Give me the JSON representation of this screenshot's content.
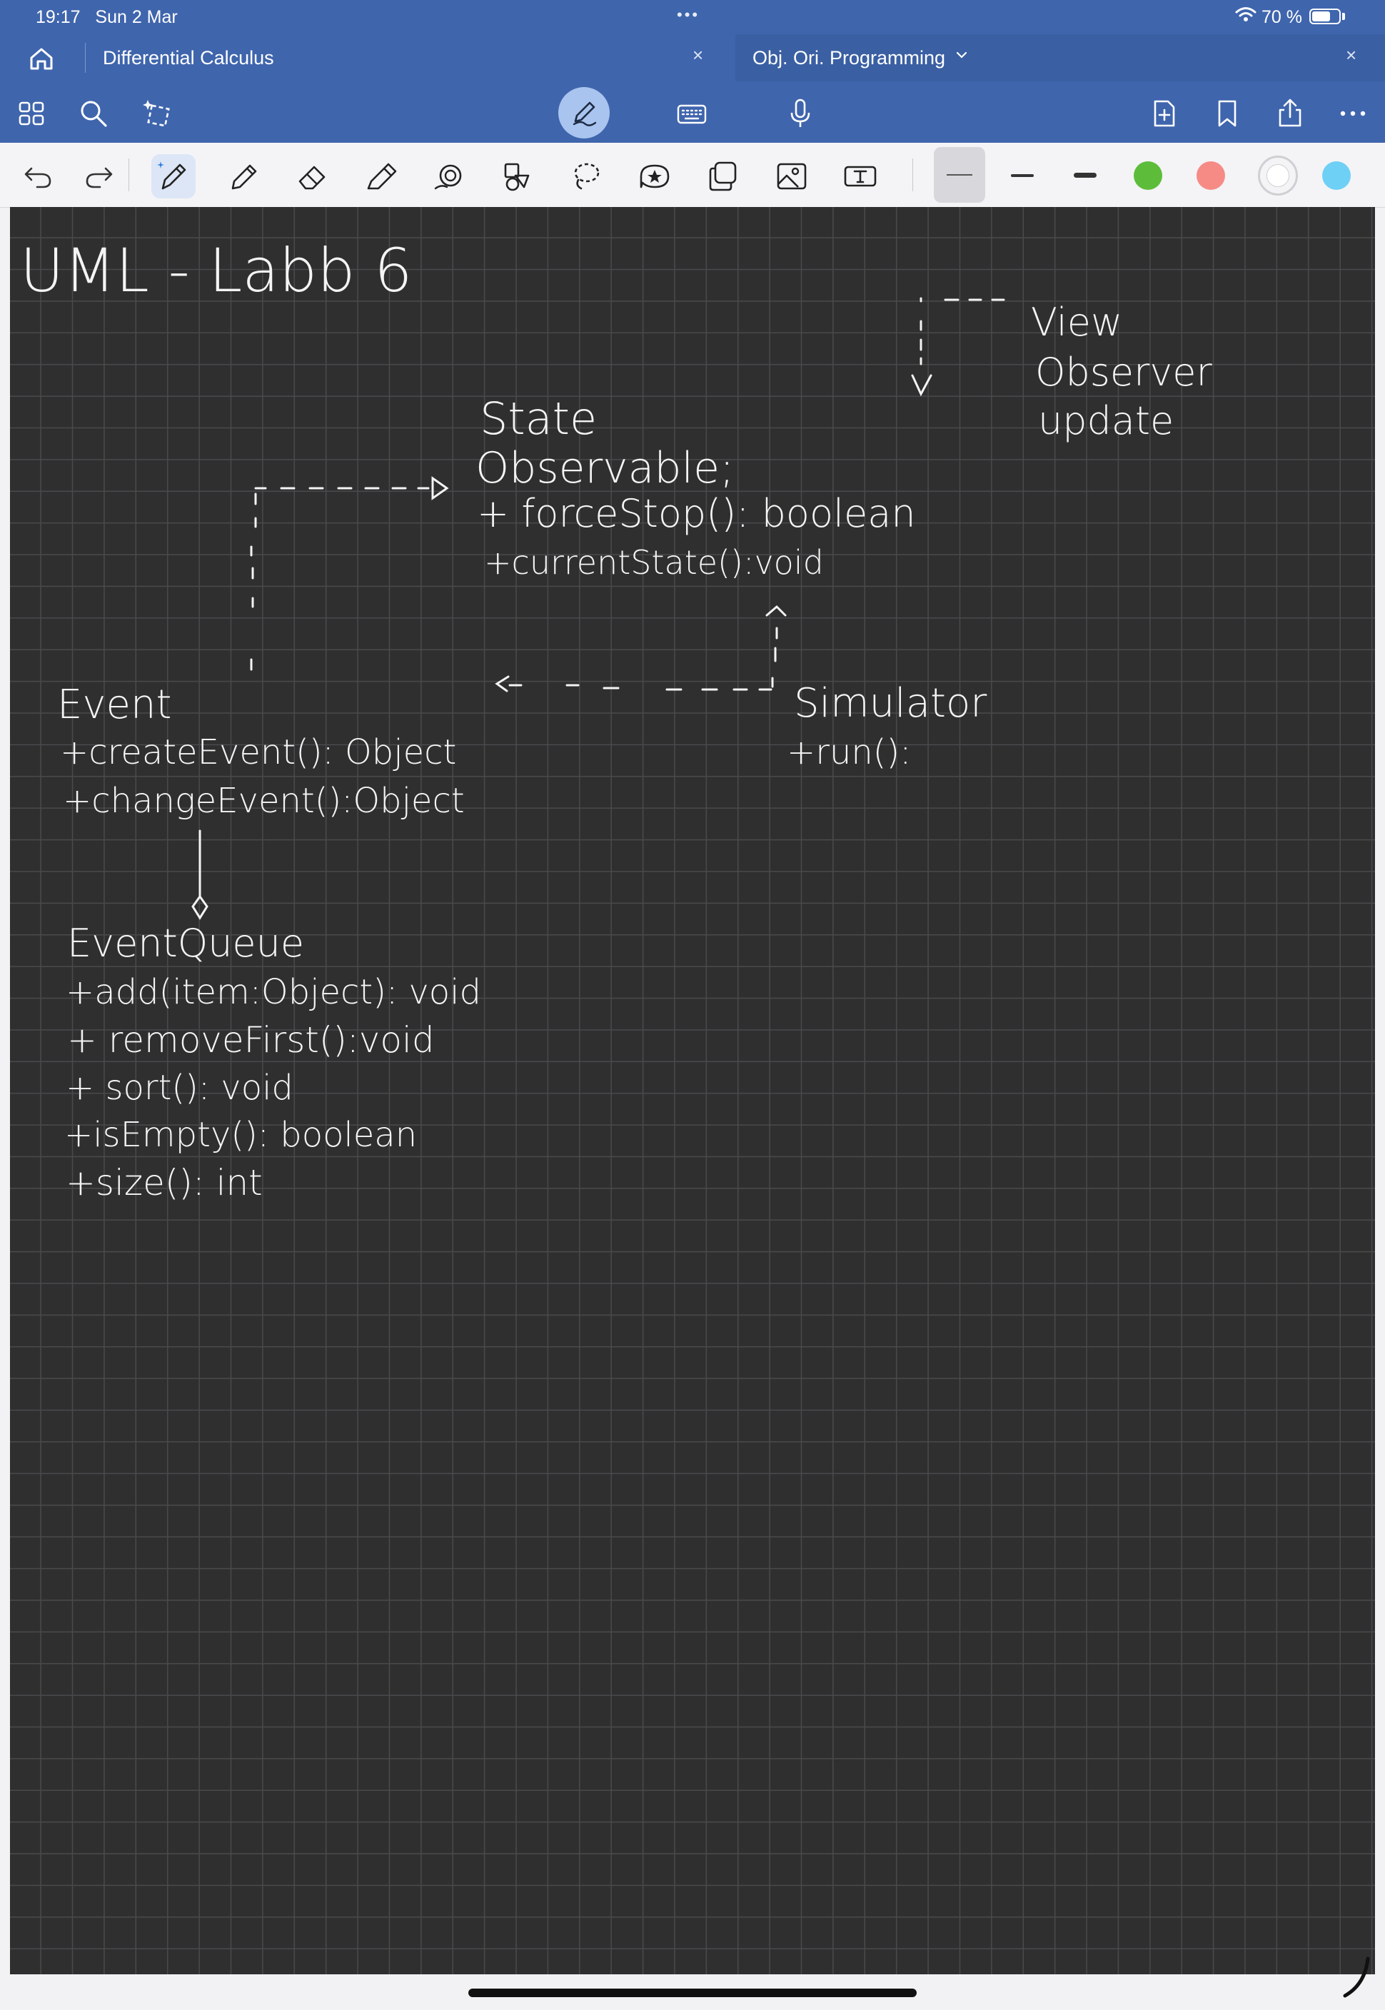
{
  "status_bar": {
    "time": "19:17",
    "date": "Sun 2 Mar",
    "more": "•••",
    "battery": "70 %",
    "battery_level": 0.7
  },
  "tabs": [
    {
      "title": "Differential Calculus",
      "close": "×",
      "active": false
    },
    {
      "title": "Obj. Ori. Programming",
      "close": "×",
      "active": true
    }
  ],
  "icons": {
    "home": "home-icon",
    "grid": "grid-icon",
    "search": "search-icon",
    "ai": "sparkle-icon",
    "pen_mode": "pen-icon",
    "keyboard": "keyboard-icon",
    "mic": "microphone-icon",
    "add_page": "add-page-icon",
    "bookmark": "bookmark-icon",
    "share": "share-icon",
    "more": "more-icon"
  },
  "tools": [
    "undo",
    "redo",
    "pen",
    "pencil",
    "eraser",
    "highlighter",
    "shapes",
    "lasso-shapes",
    "lasso",
    "sticker",
    "copy",
    "image",
    "text"
  ],
  "colors": {
    "header": "#3f65ad",
    "toolbar": "#f4f4f6",
    "paper": "#2f2f30",
    "grid": "#4a4a4c",
    "ink": "#f4f4f4",
    "swatches": [
      "#5dbd3b",
      "#f68b86",
      "#ffffff",
      "#6fd0f5"
    ]
  },
  "note": {
    "title": "UML - Labb 6",
    "view": [
      "View",
      "Observer",
      "update"
    ],
    "state": [
      "State",
      "Observable;",
      "+ forceStop(): boolean",
      "+currentState():void"
    ],
    "event": [
      "Event",
      "+createEvent(): Object",
      "+changeEvent():Object"
    ],
    "simulator": [
      "Simulator",
      "+run():"
    ],
    "eventqueue": [
      "EventQueue",
      "+add(item:Object): void",
      "+ removeFirst():void",
      "+ sort(): void",
      "+isEmpty(): boolean",
      "+size(): int"
    ]
  }
}
